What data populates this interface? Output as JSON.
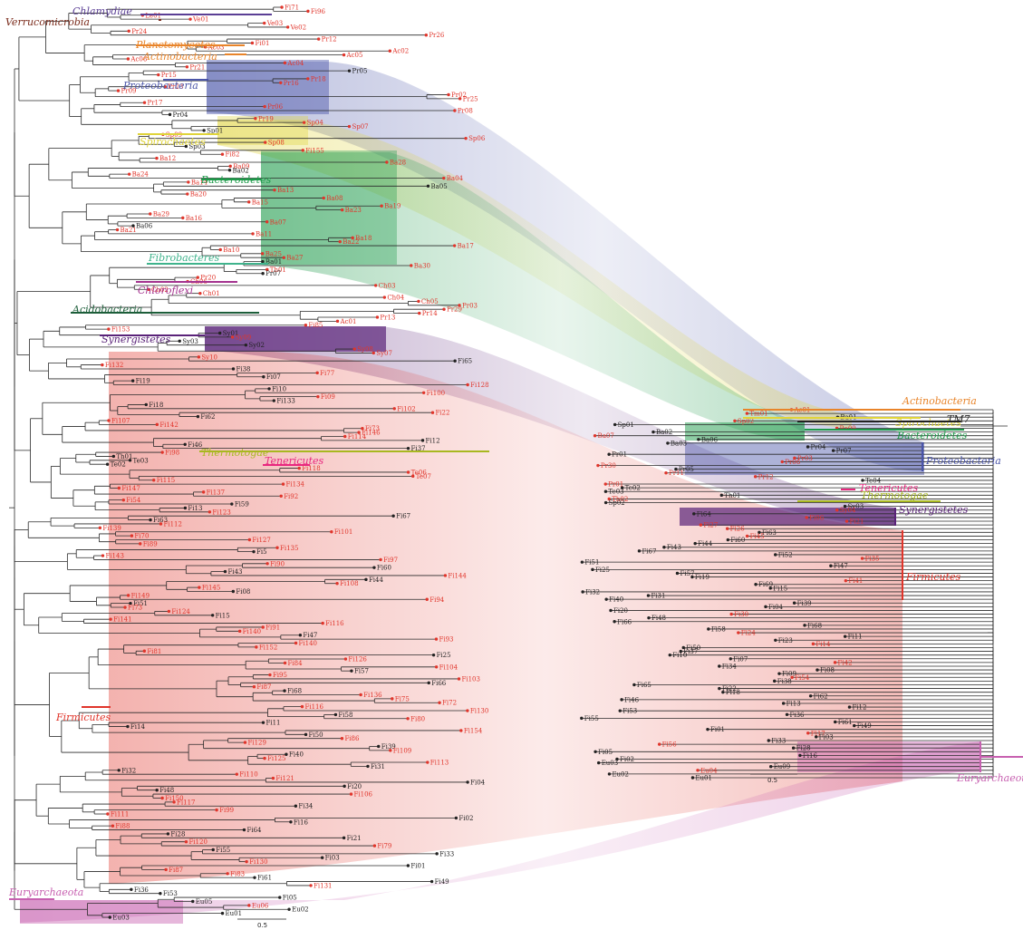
{
  "colors": {
    "Chlamydiae": "#5b3f95",
    "Verrucomicrobia": "#7a2a1a",
    "Planctomycetes": "#e8842a",
    "Actinobacteria": "#e8842a",
    "Proteobacteria": "#4a55a8",
    "Spirochaetes": "#e0d43a",
    "Bacteroidetes": "#1e9a4a",
    "Fibrobacteres": "#3fb38c",
    "Chloroflexi": "#a4338f",
    "Acidobacteria": "#1d5e3a",
    "Synergistetes": "#5a2379",
    "Firmicutes": "#e0352b",
    "Thermotogae": "#a8b820",
    "Tenericutes": "#e8287f",
    "Euryarchaeota": "#c760b0",
    "TM7": "#222222",
    "tipRed": "#e0352b",
    "tipBlack": "#222222"
  },
  "left_clades": [
    {
      "name": "Chlamydiae",
      "label": "Chlamydiae"
    },
    {
      "name": "Verrucomicrobia",
      "label": "Verrucomicrobia"
    },
    {
      "name": "Planctomycetes",
      "label": "Planctomycetes"
    },
    {
      "name": "Actinobacteria",
      "label": "Actinobacteria"
    },
    {
      "name": "Proteobacteria",
      "label": "Proteobacteria"
    },
    {
      "name": "Spirochaetes",
      "label": "Spirochaetes"
    },
    {
      "name": "Bacteroidetes",
      "label": "Bacteroidetes"
    },
    {
      "name": "Fibrobacteres",
      "label": "Fibrobacteres"
    },
    {
      "name": "Chloroflexi",
      "label": "Chloroflexi"
    },
    {
      "name": "Acidobacteria",
      "label": "Acidobacteria"
    },
    {
      "name": "Synergistetes",
      "label": "Synergistetes"
    },
    {
      "name": "Thermotogae",
      "label": "Thermotogae"
    },
    {
      "name": "Tenericutes",
      "label": "Tenericutes"
    },
    {
      "name": "Firmicutes",
      "label": "Firmicutes"
    },
    {
      "name": "Euryarchaeota",
      "label": "Euryarchaeota"
    }
  ],
  "right_clades": [
    {
      "name": "Actinobacteria",
      "label": "Actinobacteria"
    },
    {
      "name": "Spirochaetes",
      "label": "Spirochaetes"
    },
    {
      "name": "TM7",
      "label": "TM7"
    },
    {
      "name": "Bacteroidetes",
      "label": "Bacteroidetes"
    },
    {
      "name": "Proteobacteria",
      "label": "Proteobacteria"
    },
    {
      "name": "Tenericutes",
      "label": "Tenericutes"
    },
    {
      "name": "Thermotogae",
      "label": "Thermotogae"
    },
    {
      "name": "Synergistetes",
      "label": "Synergistetes"
    },
    {
      "name": "Firmicutes",
      "label": "Firmicutes"
    },
    {
      "name": "Euryarchaeota",
      "label": "Euryarchaeota"
    }
  ],
  "left_tips": [
    [
      "Fi71",
      "r"
    ],
    [
      "Fi96",
      "r"
    ],
    [
      "Le01",
      "r"
    ],
    [
      "Ve01",
      "r"
    ],
    [
      "Ve03",
      "r"
    ],
    [
      "Ve02",
      "r"
    ],
    [
      "Pr24",
      "r"
    ],
    [
      "Pr26",
      "r"
    ],
    [
      "Pr12",
      "r"
    ],
    [
      "Fi01",
      "r"
    ],
    [
      "Ac03",
      "r"
    ],
    [
      "Ac02",
      "r"
    ],
    [
      "Ac05",
      "r"
    ],
    [
      "Ac06",
      "r"
    ],
    [
      "Ac04",
      "r"
    ],
    [
      "Pr21",
      "r"
    ],
    [
      "Pr05",
      "k"
    ],
    [
      "Pr15",
      "r"
    ],
    [
      "Pr18",
      "r"
    ],
    [
      "Pr16",
      "r"
    ],
    [
      "Pr23",
      "r"
    ],
    [
      "Pr09",
      "r"
    ],
    [
      "Pr02",
      "r"
    ],
    [
      "Pr25",
      "r"
    ],
    [
      "Pr17",
      "r"
    ],
    [
      "Pr06",
      "r"
    ],
    [
      "Pr08",
      "r"
    ],
    [
      "Pr04",
      "k"
    ],
    [
      "Pr19",
      "r"
    ],
    [
      "Sp04",
      "r"
    ],
    [
      "Sp07",
      "r"
    ],
    [
      "Sp01",
      "k"
    ],
    [
      "Sp09",
      "r"
    ],
    [
      "Sp06",
      "r"
    ],
    [
      "Sp08",
      "r"
    ],
    [
      "Sp03",
      "k"
    ],
    [
      "Fi155",
      "r"
    ],
    [
      "Fi82",
      "r"
    ],
    [
      "Ba12",
      "r"
    ],
    [
      "Ba28",
      "r"
    ],
    [
      "Ba09",
      "r"
    ],
    [
      "Ba02",
      "k"
    ],
    [
      "Ba24",
      "r"
    ],
    [
      "Ba04",
      "r"
    ],
    [
      "Ba14",
      "r"
    ],
    [
      "Ba05",
      "k"
    ],
    [
      "Ba13",
      "r"
    ],
    [
      "Ba20",
      "r"
    ],
    [
      "Ba08",
      "r"
    ],
    [
      "Ba15",
      "r"
    ],
    [
      "Ba19",
      "r"
    ],
    [
      "Ba23",
      "r"
    ],
    [
      "Ba29",
      "r"
    ],
    [
      "Ba16",
      "r"
    ],
    [
      "Ba07",
      "r"
    ],
    [
      "Ba06",
      "k"
    ],
    [
      "Ba21",
      "r"
    ],
    [
      "Ba11",
      "r"
    ],
    [
      "Ba18",
      "r"
    ],
    [
      "Ba22",
      "r"
    ],
    [
      "Ba17",
      "r"
    ],
    [
      "Ba10",
      "r"
    ],
    [
      "Ba25",
      "r"
    ],
    [
      "Ba27",
      "r"
    ],
    [
      "Ba01",
      "k"
    ],
    [
      "Ba30",
      "r"
    ],
    [
      "Th01",
      "r"
    ],
    [
      "Pr07",
      "k"
    ],
    [
      "Pr20",
      "r"
    ],
    [
      "Ch06",
      "r"
    ],
    [
      "Ch03",
      "r"
    ],
    [
      "Ch02",
      "r"
    ],
    [
      "Ch01",
      "r"
    ],
    [
      "Ch04",
      "r"
    ],
    [
      "Ch05",
      "r"
    ],
    [
      "Pr03",
      "r"
    ],
    [
      "Pr29",
      "r"
    ],
    [
      "Pr14",
      "r"
    ],
    [
      "Pr13",
      "r"
    ],
    [
      "Ac01",
      "r"
    ],
    [
      "Fi85",
      "r"
    ],
    [
      "Fi153",
      "r"
    ],
    [
      "Sy01",
      "k"
    ],
    [
      "Sy09",
      "r"
    ],
    [
      "Sy03",
      "k"
    ],
    [
      "Sy02",
      "k"
    ],
    [
      "Sy08",
      "r"
    ],
    [
      "Sy07",
      "r"
    ],
    [
      "Sy10",
      "r"
    ],
    [
      "Fi65",
      "k"
    ],
    [
      "Fi132",
      "r"
    ],
    [
      "Fi38",
      "k"
    ],
    [
      "Fi77",
      "r"
    ],
    [
      "Fi07",
      "k"
    ],
    [
      "Fi19",
      "k"
    ],
    [
      "Fi128",
      "r"
    ],
    [
      "Fi10",
      "k"
    ],
    [
      "Fi100",
      "r"
    ],
    [
      "Fi09",
      "r"
    ],
    [
      "Fi133",
      "k"
    ],
    [
      "Fi18",
      "k"
    ],
    [
      "Fi102",
      "r"
    ],
    [
      "Fi22",
      "r"
    ],
    [
      "Fi62",
      "k"
    ],
    [
      "Fi107",
      "r"
    ],
    [
      "Fi142",
      "r"
    ],
    [
      "Fi73",
      "r"
    ],
    [
      "Fi146",
      "r"
    ],
    [
      "Fi114",
      "r"
    ],
    [
      "Fi12",
      "k"
    ],
    [
      "Fi46",
      "k"
    ],
    [
      "Fi37",
      "k"
    ],
    [
      "Fi98",
      "r"
    ],
    [
      "Th01",
      "k"
    ],
    [
      "Te03",
      "k"
    ],
    [
      "Te02",
      "k"
    ],
    [
      "Fi118",
      "r"
    ],
    [
      "Te06",
      "r"
    ],
    [
      "Te07",
      "r"
    ],
    [
      "Fi115",
      "r"
    ],
    [
      "Fi134",
      "r"
    ],
    [
      "Fi147",
      "r"
    ],
    [
      "Fi137",
      "r"
    ],
    [
      "Fi92",
      "r"
    ],
    [
      "Fi54",
      "r"
    ],
    [
      "Fi59",
      "k"
    ],
    [
      "Fi13",
      "k"
    ],
    [
      "Fi123",
      "r"
    ],
    [
      "Fi67",
      "k"
    ],
    [
      "Fi63",
      "k"
    ],
    [
      "Fi112",
      "r"
    ],
    [
      "Fi139",
      "r"
    ],
    [
      "Fi101",
      "r"
    ],
    [
      "Fi70",
      "r"
    ],
    [
      "Fi127",
      "r"
    ],
    [
      "Fi89",
      "r"
    ],
    [
      "Fi135",
      "r"
    ],
    [
      "Fi5",
      "k"
    ],
    [
      "Fi143",
      "r"
    ],
    [
      "Fi97",
      "r"
    ],
    [
      "Fi90",
      "r"
    ],
    [
      "Fi60",
      "k"
    ],
    [
      "Fi43",
      "k"
    ],
    [
      "Fi144",
      "r"
    ],
    [
      "Fi44",
      "k"
    ],
    [
      "Fi108",
      "r"
    ],
    [
      "Fi145",
      "r"
    ],
    [
      "Fi08",
      "k"
    ],
    [
      "Fi149",
      "r"
    ],
    [
      "Fi94",
      "r"
    ],
    [
      "Fi51",
      "k"
    ],
    [
      "Fi73",
      "r"
    ],
    [
      "Fi124",
      "r"
    ],
    [
      "Fi15",
      "k"
    ],
    [
      "Fi141",
      "r"
    ],
    [
      "Fi116",
      "r"
    ],
    [
      "Fi91",
      "r"
    ],
    [
      "Fi140",
      "r"
    ],
    [
      "Fi47",
      "k"
    ],
    [
      "Fi93",
      "r"
    ],
    [
      "Fi140",
      "r"
    ],
    [
      "Fi152",
      "r"
    ],
    [
      "Fi81",
      "r"
    ],
    [
      "Fi25",
      "k"
    ],
    [
      "Fi126",
      "r"
    ],
    [
      "Fi84",
      "r"
    ],
    [
      "Fi104",
      "r"
    ],
    [
      "Fi57",
      "k"
    ],
    [
      "Fi95",
      "r"
    ],
    [
      "Fi103",
      "r"
    ],
    [
      "Fi66",
      "k"
    ],
    [
      "Fi87",
      "r"
    ],
    [
      "Fi68",
      "k"
    ],
    [
      "Fi136",
      "r"
    ],
    [
      "Fi75",
      "r"
    ],
    [
      "Fi72",
      "r"
    ],
    [
      "Fi116",
      "r"
    ],
    [
      "Fi130",
      "r"
    ],
    [
      "Fi58",
      "k"
    ],
    [
      "Fi80",
      "r"
    ],
    [
      "Fi11",
      "k"
    ],
    [
      "Fi14",
      "k"
    ],
    [
      "Fi154",
      "r"
    ],
    [
      "Fi50",
      "k"
    ],
    [
      "Fi86",
      "r"
    ],
    [
      "Fi129",
      "r"
    ],
    [
      "Fi39",
      "k"
    ],
    [
      "Fi109",
      "r"
    ],
    [
      "Fi40",
      "k"
    ],
    [
      "Fi125",
      "r"
    ],
    [
      "Fi113",
      "r"
    ],
    [
      "Fi31",
      "k"
    ],
    [
      "Fi32",
      "k"
    ],
    [
      "Fi110",
      "r"
    ],
    [
      "Fi121",
      "r"
    ],
    [
      "Fi04",
      "k"
    ],
    [
      "Fi20",
      "k"
    ],
    [
      "Fi48",
      "k"
    ],
    [
      "Fi106",
      "r"
    ],
    [
      "Fi150",
      "r"
    ],
    [
      "Fi117",
      "r"
    ],
    [
      "Fi34",
      "k"
    ],
    [
      "Fi99",
      "r"
    ],
    [
      "Fi111",
      "r"
    ],
    [
      "Fi02",
      "k"
    ],
    [
      "Fi16",
      "k"
    ],
    [
      "Fi88",
      "r"
    ],
    [
      "Fi64",
      "k"
    ],
    [
      "Fi28",
      "k"
    ],
    [
      "Fi21",
      "k"
    ],
    [
      "Fi120",
      "r"
    ],
    [
      "Fi79",
      "r"
    ],
    [
      "Fi55",
      "k"
    ],
    [
      "Fi33",
      "k"
    ],
    [
      "Fi03",
      "k"
    ],
    [
      "Fi130",
      "r"
    ],
    [
      "Fi01",
      "k"
    ],
    [
      "Fi87",
      "r"
    ],
    [
      "Fi83",
      "r"
    ],
    [
      "Fi61",
      "k"
    ],
    [
      "Fi49",
      "k"
    ],
    [
      "Fi131",
      "r"
    ],
    [
      "Fi36",
      "k"
    ],
    [
      "Fi53",
      "k"
    ],
    [
      "Fi05",
      "k"
    ],
    [
      "Eu05",
      "k"
    ],
    [
      "Eu06",
      "r"
    ],
    [
      "Eu02",
      "k"
    ],
    [
      "Eu01",
      "k"
    ],
    [
      "Eu03",
      "k"
    ]
  ],
  "right_tips": [
    [
      "Ac01",
      "r"
    ],
    [
      "Tm01",
      "r"
    ],
    [
      "Ba01",
      "k"
    ],
    [
      "Sp02",
      "r"
    ],
    [
      "Sp01",
      "k"
    ],
    [
      "Ba09",
      "r"
    ],
    [
      "Ba02",
      "k"
    ],
    [
      "Ba07",
      "r"
    ],
    [
      "Ba06",
      "k"
    ],
    [
      "Ba03",
      "k"
    ],
    [
      "Pr04",
      "k"
    ],
    [
      "Pr07",
      "k"
    ],
    [
      "Pr01",
      "k"
    ],
    [
      "Pr03",
      "r"
    ],
    [
      "Pr06",
      "r"
    ],
    [
      "Pr30",
      "r"
    ],
    [
      "Pr05",
      "k"
    ],
    [
      "Pr11",
      "r"
    ],
    [
      "Pr12",
      "r"
    ],
    [
      "Te04",
      "k"
    ],
    [
      "Pr01",
      "r"
    ],
    [
      "Te02",
      "k"
    ],
    [
      "Te03",
      "k"
    ],
    [
      "Th01",
      "k"
    ],
    [
      "Th02",
      "r"
    ],
    [
      "Sp02",
      "k"
    ],
    [
      "Sy03",
      "k"
    ],
    [
      "Sy04",
      "r"
    ],
    [
      "Fi64",
      "k"
    ],
    [
      "Fi06",
      "r"
    ],
    [
      "Fi21",
      "r"
    ],
    [
      "Fi27",
      "r"
    ],
    [
      "Fi26",
      "r"
    ],
    [
      "Fi63",
      "k"
    ],
    [
      "Fi45",
      "r"
    ],
    [
      "Fi60",
      "k"
    ],
    [
      "Fi44",
      "k"
    ],
    [
      "Fi43",
      "k"
    ],
    [
      "Fi67",
      "k"
    ],
    [
      "Fi52",
      "k"
    ],
    [
      "Fi35",
      "r"
    ],
    [
      "Fi51",
      "k"
    ],
    [
      "Fi47",
      "k"
    ],
    [
      "Fi25",
      "k"
    ],
    [
      "Fi57",
      "k"
    ],
    [
      "Fi19",
      "k"
    ],
    [
      "Fi41",
      "r"
    ],
    [
      "Fi69",
      "k"
    ],
    [
      "Fi15",
      "k"
    ],
    [
      "Fi32",
      "k"
    ],
    [
      "Fi31",
      "k"
    ],
    [
      "Fi40",
      "k"
    ],
    [
      "Fi39",
      "k"
    ],
    [
      "Fi04",
      "k"
    ],
    [
      "Fi20",
      "k"
    ],
    [
      "Fi30",
      "r"
    ],
    [
      "Fi48",
      "k"
    ],
    [
      "Fi66",
      "k"
    ],
    [
      "Fi68",
      "k"
    ],
    [
      "Fi58",
      "k"
    ],
    [
      "Fi24",
      "r"
    ],
    [
      "Fi11",
      "k"
    ],
    [
      "Fi23",
      "k"
    ],
    [
      "Fi14",
      "r"
    ],
    [
      "Fi50",
      "k"
    ],
    [
      "Fi37",
      "k"
    ],
    [
      "Fi10",
      "k"
    ],
    [
      "Fi07",
      "k"
    ],
    [
      "Fi42",
      "r"
    ],
    [
      "Fi34",
      "k"
    ],
    [
      "Fi08",
      "k"
    ],
    [
      "Fi09",
      "k"
    ],
    [
      "Fi54",
      "r"
    ],
    [
      "Fi38",
      "k"
    ],
    [
      "Fi65",
      "k"
    ],
    [
      "Fi22",
      "k"
    ],
    [
      "Fi18",
      "k"
    ],
    [
      "Fi62",
      "k"
    ],
    [
      "Fi46",
      "k"
    ],
    [
      "Fi13",
      "k"
    ],
    [
      "Fi12",
      "k"
    ],
    [
      "Fi53",
      "k"
    ],
    [
      "Fi36",
      "k"
    ],
    [
      "Fi55",
      "k"
    ],
    [
      "Fi61",
      "k"
    ],
    [
      "Fi49",
      "k"
    ],
    [
      "Fi01",
      "k"
    ],
    [
      "Fi17",
      "r"
    ],
    [
      "Fi03",
      "k"
    ],
    [
      "Fi33",
      "k"
    ],
    [
      "Fi56",
      "r"
    ],
    [
      "Fi28",
      "k"
    ],
    [
      "Fi05",
      "k"
    ],
    [
      "Fi16",
      "k"
    ],
    [
      "Fi02",
      "k"
    ],
    [
      "Eu03",
      "k"
    ],
    [
      "Eu09",
      "k"
    ],
    [
      "Eu04",
      "r"
    ],
    [
      "Eu02",
      "k"
    ],
    [
      "Eu01",
      "k"
    ]
  ],
  "scale": {
    "left": "0.5",
    "right": "0.5"
  }
}
